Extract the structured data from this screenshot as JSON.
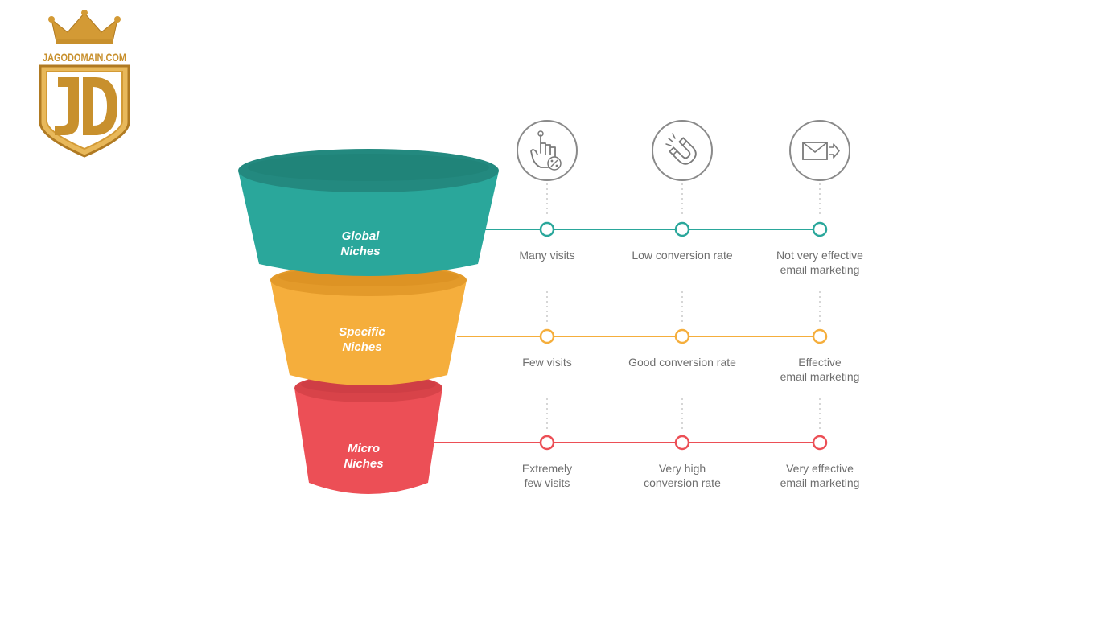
{
  "logo": {
    "wordmark": "JAGODOMAIN.COM",
    "monogram": "JD",
    "color": "#c8902d"
  },
  "icons": [
    {
      "name": "hand-click-percent-icon"
    },
    {
      "name": "magnet-icon"
    },
    {
      "name": "email-send-icon"
    }
  ],
  "funnel": [
    {
      "id": "global",
      "label_line1": "Global",
      "label_line2": "Niches",
      "color": "#2aa79b",
      "cells": [
        {
          "line1": "Many visits",
          "line2": ""
        },
        {
          "line1": "Low conversion rate",
          "line2": ""
        },
        {
          "line1": "Not very effective",
          "line2": "email marketing"
        }
      ]
    },
    {
      "id": "specific",
      "label_line1": "Specific",
      "label_line2": "Niches",
      "color": "#f5ae3c",
      "cells": [
        {
          "line1": "Few visits",
          "line2": ""
        },
        {
          "line1": "Good conversion rate",
          "line2": ""
        },
        {
          "line1": "Effective",
          "line2": "email marketing"
        }
      ]
    },
    {
      "id": "micro",
      "label_line1": "Micro",
      "label_line2": "Niches",
      "color": "#ec4f56",
      "cells": [
        {
          "line1": "Extremely",
          "line2": "few visits"
        },
        {
          "line1": "Very high",
          "line2": "conversion rate"
        },
        {
          "line1": "Very effective",
          "line2": "email marketing"
        }
      ]
    }
  ]
}
